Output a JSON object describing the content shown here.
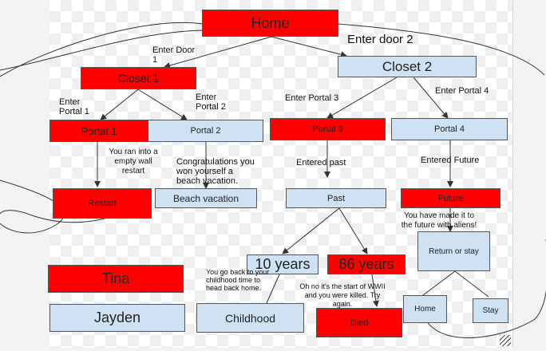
{
  "colors": {
    "red": "#ff0000",
    "blue": "#cfe2f3",
    "line": "#333333"
  },
  "nodes": {
    "home": "Home",
    "closet1": "Closet 1",
    "closet2": "Closet 2",
    "portal1": "Portal 1",
    "portal2": "Portal 2",
    "portal3": "Portal 3",
    "portal4": "Portal 4",
    "restart": "Restart",
    "beach": "Beach vacation",
    "past": "Past",
    "future": "Future",
    "ten_years": "10 years",
    "eighty_six_years": "86 years",
    "return_or_stay": "Return or stay",
    "childhood": "Childhood",
    "died": "Died",
    "home_end": "Home",
    "stay": "Stay",
    "tina": "Tina",
    "jayden": "Jayden"
  },
  "labels": {
    "enter_door1": "Enter Door 1",
    "enter_door2": "Enter door 2",
    "enter_portal1": "Enter Portal 1",
    "enter_portal2": "Enter Portal 2",
    "enter_portal3": "Enter Portal 3",
    "enter_portal4": "Enter Portal 4",
    "ran_into_wall": "You ran into a empty wall restart",
    "congrats": "Congratulations you won yourself a beach vacation.",
    "entered_past": "Entered past",
    "entered_future": "Entered Future",
    "made_it_future": "You have made it to the future with aliens!",
    "go_back_childhood": "You go back to your childhood time to head back home.",
    "start_wwii": "Oh no it's the start of WWII and you were killed. Try again."
  }
}
